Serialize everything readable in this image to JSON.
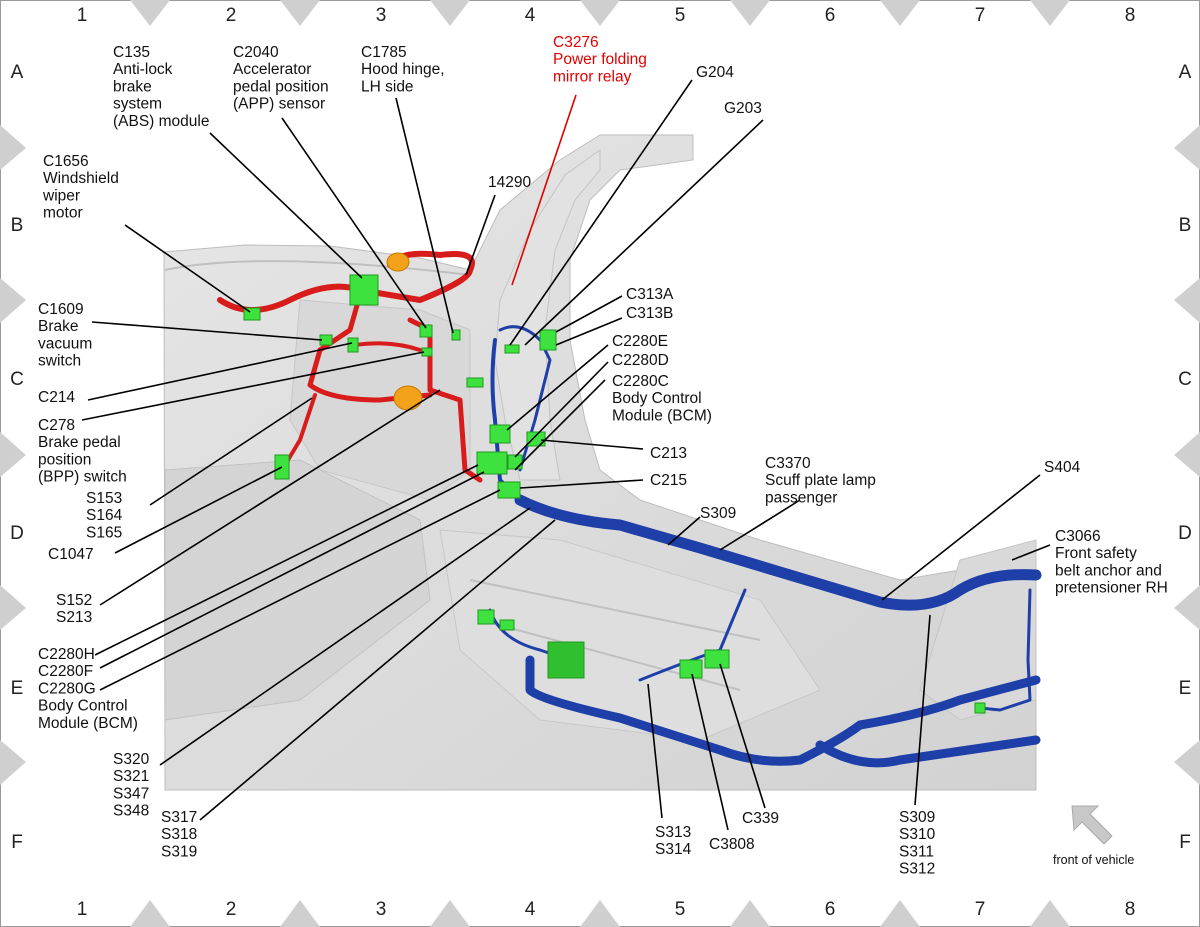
{
  "grid": {
    "columns": [
      "1",
      "2",
      "3",
      "4",
      "5",
      "6",
      "7",
      "8"
    ],
    "rows": [
      "A",
      "B",
      "C",
      "D",
      "E",
      "F"
    ]
  },
  "callouts": [
    {
      "id": "c135",
      "lines": [
        "C135",
        "Anti-lock",
        "brake",
        "system",
        "(ABS) module"
      ]
    },
    {
      "id": "c2040",
      "lines": [
        "C2040",
        "Accelerator",
        "pedal position",
        "(APP) sensor"
      ]
    },
    {
      "id": "c1785",
      "lines": [
        "C1785",
        "Hood hinge,",
        "LH side"
      ]
    },
    {
      "id": "c3276",
      "lines": [
        "C3276",
        "Power folding",
        "mirror relay"
      ]
    },
    {
      "id": "g204",
      "lines": [
        "G204"
      ]
    },
    {
      "id": "g203",
      "lines": [
        "G203"
      ]
    },
    {
      "id": "c1656",
      "lines": [
        "C1656",
        "Windshield",
        "wiper",
        "motor"
      ]
    },
    {
      "id": "n14290",
      "lines": [
        "14290"
      ]
    },
    {
      "id": "c313a",
      "lines": [
        "C313A"
      ]
    },
    {
      "id": "c313b",
      "lines": [
        "C313B"
      ]
    },
    {
      "id": "c1609",
      "lines": [
        "C1609",
        "Brake",
        "vacuum",
        "switch"
      ]
    },
    {
      "id": "c2280e",
      "lines": [
        "C2280E"
      ]
    },
    {
      "id": "c2280d",
      "lines": [
        "C2280D"
      ]
    },
    {
      "id": "c2280c",
      "lines": [
        "C2280C",
        "Body Control",
        "Module (BCM)"
      ]
    },
    {
      "id": "c214",
      "lines": [
        "C214"
      ]
    },
    {
      "id": "c278",
      "lines": [
        "C278",
        "Brake pedal",
        "position",
        "(BPP) switch"
      ]
    },
    {
      "id": "c213",
      "lines": [
        "C213"
      ]
    },
    {
      "id": "c215",
      "lines": [
        "C215"
      ]
    },
    {
      "id": "c3370",
      "lines": [
        "C3370",
        "Scuff plate lamp",
        "passenger"
      ]
    },
    {
      "id": "s404",
      "lines": [
        "S404"
      ]
    },
    {
      "id": "s153",
      "lines": [
        "S153",
        "S164",
        "S165"
      ]
    },
    {
      "id": "s309a",
      "lines": [
        "S309"
      ]
    },
    {
      "id": "c1047",
      "lines": [
        "C1047"
      ]
    },
    {
      "id": "c3066",
      "lines": [
        "C3066",
        "Front safety",
        "belt anchor and",
        "pretensioner RH"
      ]
    },
    {
      "id": "s152",
      "lines": [
        "S152",
        "S213"
      ]
    },
    {
      "id": "c2280h",
      "lines": [
        "C2280H",
        "C2280F",
        "C2280G",
        "Body Control",
        "Module (BCM)"
      ]
    },
    {
      "id": "s320",
      "lines": [
        "S320",
        "S321",
        "S347",
        "S348"
      ]
    },
    {
      "id": "s317",
      "lines": [
        "S317",
        "S318",
        "S319"
      ]
    },
    {
      "id": "s313",
      "lines": [
        "S313",
        "S314"
      ]
    },
    {
      "id": "c3808",
      "lines": [
        "C3808"
      ]
    },
    {
      "id": "c339",
      "lines": [
        "C339"
      ]
    },
    {
      "id": "s309b",
      "lines": [
        "S309",
        "S310",
        "S311",
        "S312"
      ]
    }
  ],
  "front_of_vehicle": "front of vehicle",
  "colors": {
    "harness_red": "#d81c1c",
    "harness_blue": "#1f3fa8",
    "connector_green": "#3ee23e",
    "grommet_orange": "#f2a21a",
    "callout_red": "#e00000",
    "marker_gray": "#cfcfcf"
  }
}
